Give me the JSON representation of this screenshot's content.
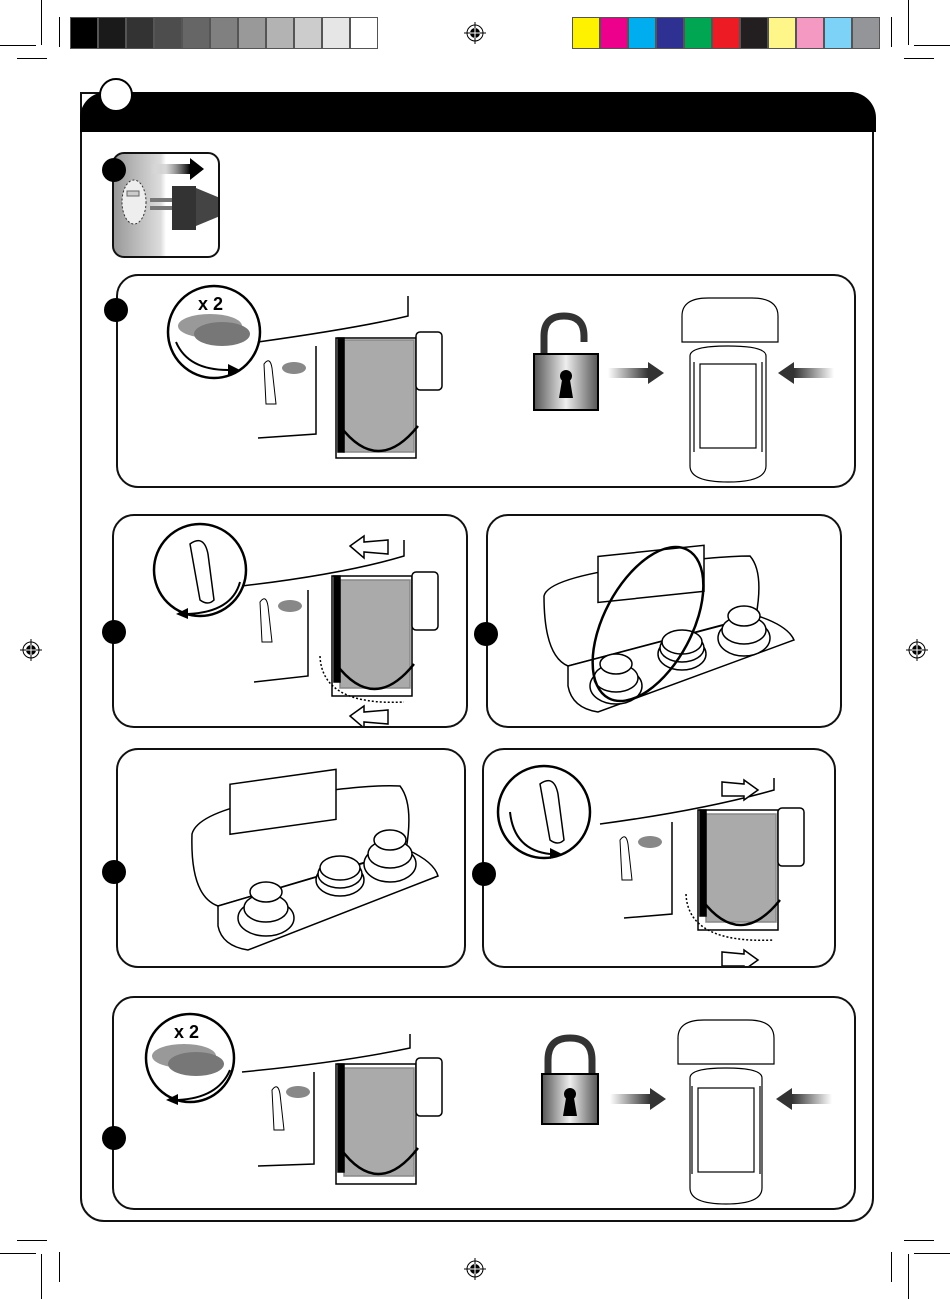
{
  "print_marks": {
    "grayscale_bar": [
      "#000000",
      "#1a1a1a",
      "#333333",
      "#4d4d4d",
      "#666666",
      "#808080",
      "#999999",
      "#b3b3b3",
      "#cccccc",
      "#e6e6e6",
      "#ffffff"
    ],
    "color_bar": [
      "#fff200",
      "#ec008c",
      "#00aeef",
      "#2e3192",
      "#00a651",
      "#ed1c24",
      "#231f20",
      "#fff689",
      "#f49ac2",
      "#7dd3f7",
      "#939598"
    ]
  },
  "steps": [
    {
      "id": "unplug",
      "icons": [
        "socket-icon",
        "plug-icon",
        "arrow-right-icon"
      ]
    },
    {
      "id": "unscrew-knobs",
      "repeat_label": "x 2",
      "lock_state": "unlocked",
      "icons": [
        "knob-icon",
        "rotate-ccw-arrow-icon",
        "padlock-open-icon",
        "push-arrow-icon"
      ]
    },
    {
      "id": "remove-filter",
      "icons": [
        "hose-icon",
        "rotate-ccw-arrow-icon",
        "slide-out-arrow-icon"
      ]
    },
    {
      "id": "clean-filter-holder",
      "icons": [
        "filter-holder-icon",
        "highlight-ring-icon"
      ]
    },
    {
      "id": "filter-holder-clean",
      "icons": [
        "filter-holder-icon"
      ]
    },
    {
      "id": "reinsert-filter",
      "icons": [
        "hose-icon",
        "rotate-cw-arrow-icon",
        "slide-in-arrow-icon"
      ]
    },
    {
      "id": "tighten-knobs",
      "repeat_label": "x 2",
      "lock_state": "locked",
      "icons": [
        "knob-icon",
        "rotate-cw-arrow-icon",
        "padlock-closed-icon",
        "push-arrow-icon"
      ]
    }
  ]
}
